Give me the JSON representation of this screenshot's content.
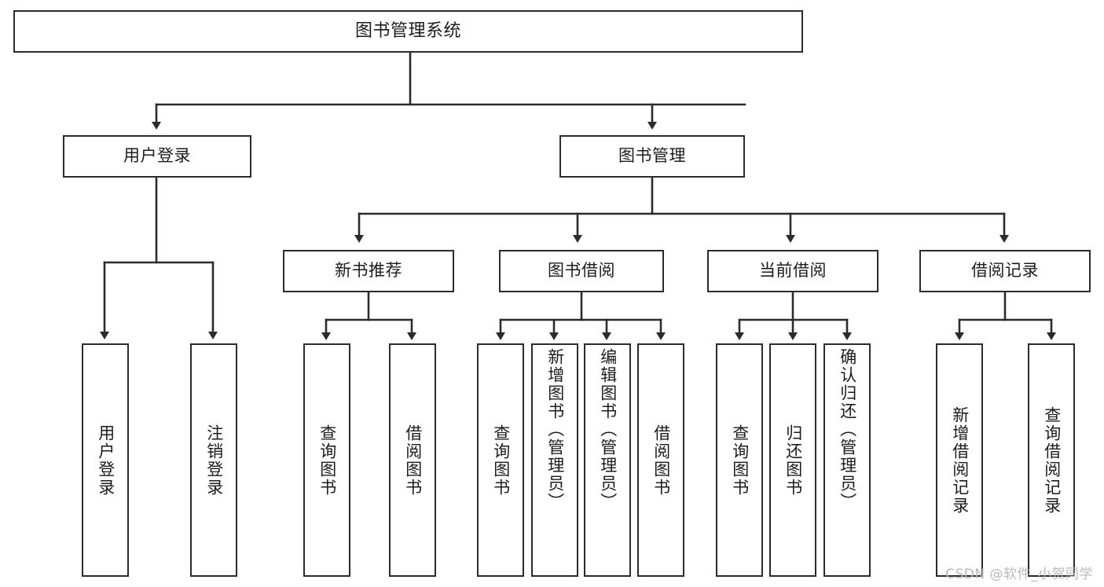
{
  "diagram": {
    "type": "tree",
    "title": "图书管理系统",
    "watermark": "CSDN @软件_小贺同学",
    "colors": {
      "box_border": "#2b2b2b",
      "box_fill": "#ffffff",
      "connector": "#2b2b2b",
      "text": "#1c1c1c",
      "watermark": "#b9b9b9",
      "background": "#ffffff"
    },
    "nodes": {
      "root": {
        "label": "图书管理系统"
      },
      "level2": [
        {
          "label": "用户登录"
        },
        {
          "label": "图书管理"
        }
      ],
      "level3": [
        {
          "label": "新书推荐"
        },
        {
          "label": "图书借阅"
        },
        {
          "label": "当前借阅"
        },
        {
          "label": "借阅记录"
        }
      ],
      "leaves": {
        "user_login": [
          {
            "label": "用户登录"
          },
          {
            "label": "注销登录"
          }
        ],
        "new_book_recommend": [
          {
            "label": "查询图书"
          },
          {
            "label": "借阅图书"
          }
        ],
        "book_borrow": [
          {
            "label": "查询图书"
          },
          {
            "label": "新增图书（管理员）"
          },
          {
            "label": "编辑图书（管理员）"
          },
          {
            "label": "借阅图书"
          }
        ],
        "current_borrow": [
          {
            "label": "查询图书"
          },
          {
            "label": "归还图书"
          },
          {
            "label": "确认归还（管理员）"
          }
        ],
        "borrow_record": [
          {
            "label": "新增借阅记录"
          },
          {
            "label": "查询借阅记录"
          }
        ]
      }
    }
  }
}
